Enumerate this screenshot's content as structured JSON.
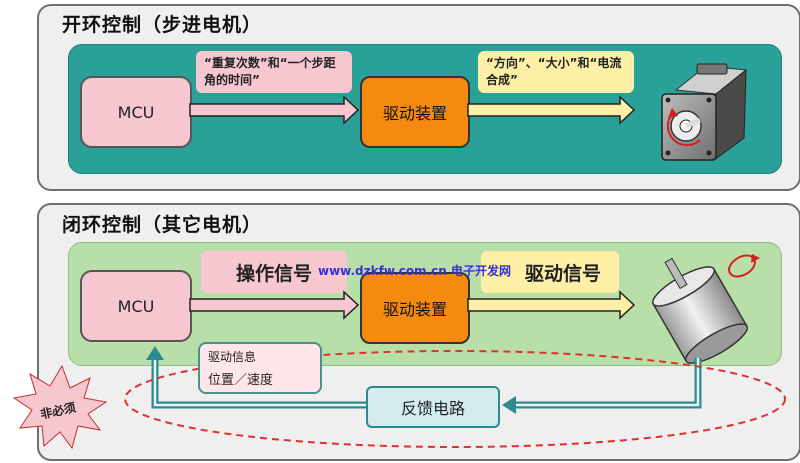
{
  "open_loop": {
    "title": "开环控制（步进电机）",
    "mcu_label": "MCU",
    "note_left": "“重复次数”和“一个步距角的时间”",
    "drive_label": "驱动装置",
    "note_right": "“方向”、“大小”和“电流合成”",
    "motor_icon": "stepper-motor-icon"
  },
  "closed_loop": {
    "title": "闭环控制（其它电机）",
    "mcu_label": "MCU",
    "operation_signal": "操作信号",
    "drive_label": "驱动装置",
    "drive_signal": "驱动信号",
    "info_title": "驱动信息",
    "info_detail": "位置／速度",
    "feedback_label": "反馈电路",
    "optional_badge": "非必须",
    "motor_icon": "motor-icon"
  },
  "watermark": "www.dzkfw.com.cn 电子开发网",
  "colors": {
    "open_panel": "#2aa198",
    "closed_panel": "#b9dfa8",
    "mcu_fill": "#f7c7cf",
    "drive_fill": "#f58a10",
    "pink_arrow": "#f7c7cf",
    "yellow_arrow": "#fdf0a6",
    "feedback_line": "#2d8a8f",
    "dashed_ellipse": "#e03030"
  }
}
